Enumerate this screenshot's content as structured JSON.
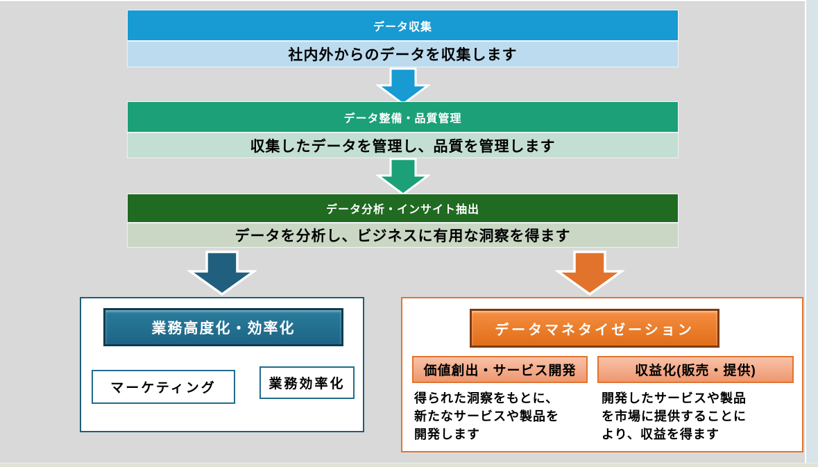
{
  "colors": {
    "background": "#D9D9D9",
    "stage1_header_bg": "#189AD3",
    "stage1_body_bg": "#BDDBEE",
    "stage2_header_bg": "#1BA077",
    "stage2_body_bg": "#C3DFD3",
    "stage3_header_bg": "#216A21",
    "stage3_body_bg": "#CAD7C5",
    "arrow1": "#189AD3",
    "arrow2": "#1BA077",
    "arrow_left_branch": "#20607E",
    "arrow_right_branch": "#E2732D",
    "left_panel_border": "#1F5C78",
    "left_button_bg": "#1F6F8F",
    "right_panel_border": "#E2732D",
    "orange_button_bg": "#E97526",
    "salmon_chip_bg": "#F2A683"
  },
  "stages": [
    {
      "title": "データ収集",
      "desc": "社内外からのデータを収集します"
    },
    {
      "title": "データ整備・品質管理",
      "desc": "収集したデータを管理し、品質を管理します"
    },
    {
      "title": "データ分析・インサイト抽出",
      "desc": "データを分析し、ビジネスに有用な洞察を得ます"
    }
  ],
  "left_panel": {
    "title": "業務高度化・効率化",
    "items": [
      "マーケティング",
      "業務効率化"
    ]
  },
  "right_panel": {
    "title": "データマネタイゼーション",
    "cards": [
      {
        "title": "価値創出・サービス開発",
        "desc_lines": [
          "得られた洞察をもとに、",
          "新たなサービスや製品を",
          "開発します"
        ]
      },
      {
        "title": "収益化(販売・提供)",
        "desc_lines": [
          "開発したサービスや製品",
          "を市場に提供することに",
          "より、収益を得ます"
        ]
      }
    ]
  }
}
